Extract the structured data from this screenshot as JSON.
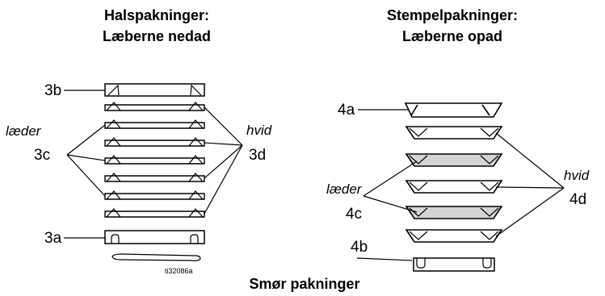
{
  "left_heading": {
    "line1": "Halspakninger:",
    "line2": "Læberne nedad"
  },
  "right_heading": {
    "line1": "Stempelpakninger:",
    "line2": "Læberne opad"
  },
  "left_labels": {
    "top_adapter": "3b",
    "leather_word": "læder",
    "leather": "3c",
    "white_word": "hvid",
    "white": "3d",
    "bottom_adapter": "3a"
  },
  "right_labels": {
    "top_adapter": "4a",
    "leather_word": "læder",
    "leather": "4c",
    "white_word": "hvid",
    "white": "4d",
    "bottom_adapter": "4b"
  },
  "figure_id": "ti32086a",
  "footer": "Smør pakninger",
  "colors": {
    "leather_fill": "#d4d4d4",
    "white_fill": "#ffffff",
    "stroke": "#000000"
  }
}
